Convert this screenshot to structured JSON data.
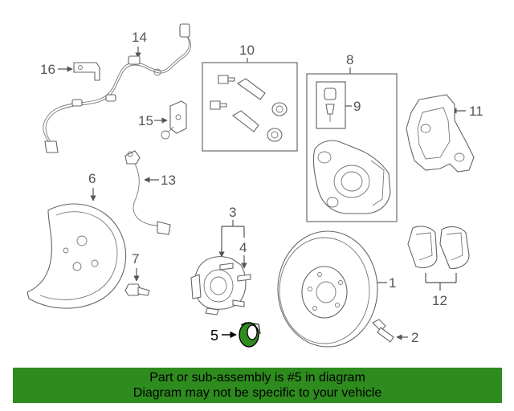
{
  "callouts": {
    "c1": "1",
    "c2": "2",
    "c3": "3",
    "c4": "4",
    "c5": "5",
    "c6": "6",
    "c7": "7",
    "c8": "8",
    "c9": "9",
    "c10": "10",
    "c11": "11",
    "c12": "12",
    "c13": "13",
    "c14": "14",
    "c15": "15",
    "c16": "16"
  },
  "highlight": {
    "part_number": "5",
    "color": "#2e8b1e"
  },
  "banner": {
    "line1": "Part or sub-assembly is #5 in diagram",
    "line2": "Diagram may not be specific to your vehicle",
    "color": "#2e8b1e"
  }
}
